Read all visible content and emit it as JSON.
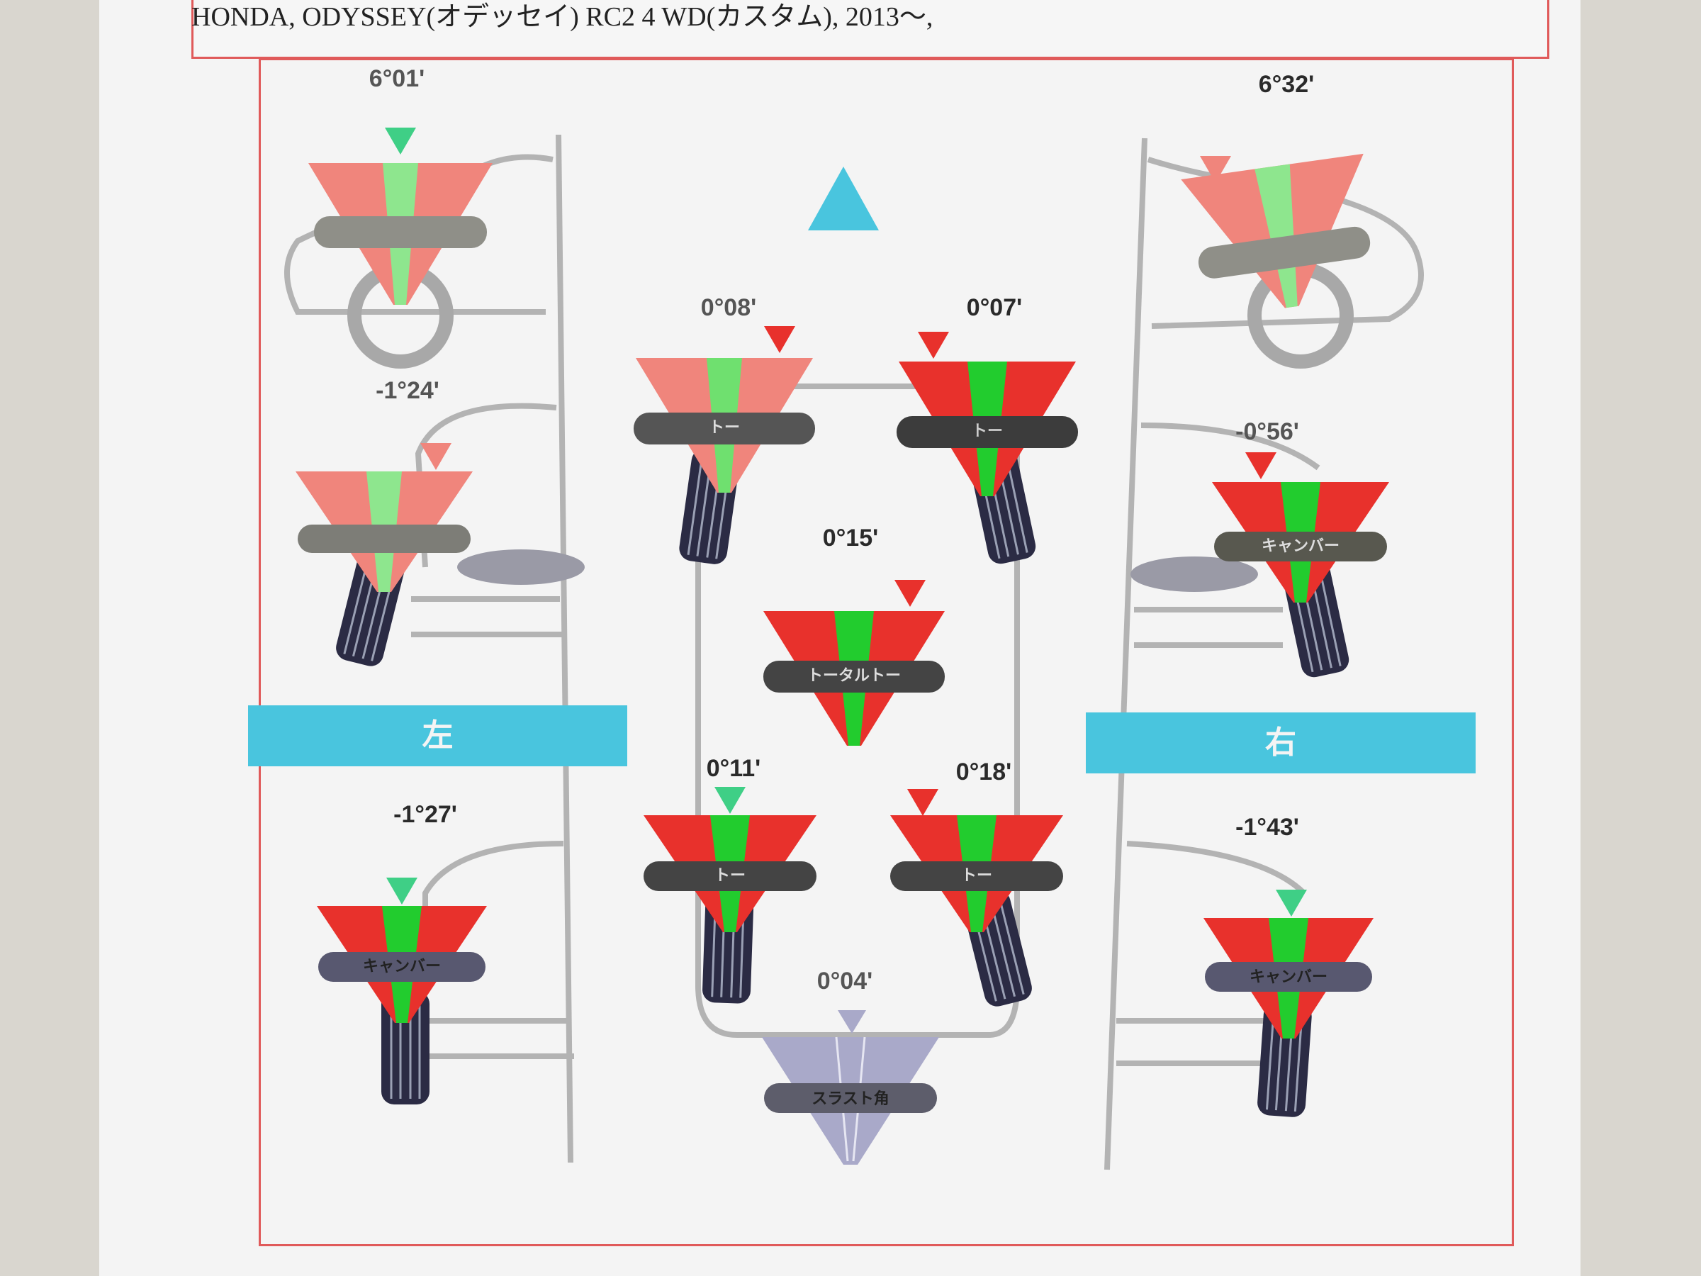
{
  "header": {
    "title": "HONDA, ODYSSEY(オデッセイ)   RC2    4 WD(カスタム), 2013〜,"
  },
  "sides": {
    "left": "左",
    "right": "右"
  },
  "readings": {
    "left_caster": "6°01'",
    "right_caster": "6°32'",
    "front_left_toe": "0°08'",
    "front_right_toe": "0°07'",
    "left_front_camber": "-1°24'",
    "right_front_camber": "-0°56'",
    "total_toe": "0°15'",
    "rear_left_toe": "0°11'",
    "rear_right_toe": "0°18'",
    "left_rear_camber": "-1°27'",
    "right_rear_camber": "-1°43'",
    "thrust_angle": "0°04'"
  },
  "gauge_labels": {
    "toe": "トー",
    "camber": "キャンバー",
    "total_toe": "トータルトー",
    "thrust": "スラスト角"
  },
  "colors": {
    "in_spec": "#22cc2e",
    "out_of_spec": "#e8312c",
    "faded_out_of_spec": "#f0857c",
    "faded_in_spec": "#8ee68e",
    "thrust_gauge": "#a9a9c9",
    "side_bar": "#49c5de",
    "direction_arrow": "#49c5de",
    "frame_border": "#e05a5a"
  },
  "icons": {
    "direction": "triangle-up-icon",
    "indicator": "triangle-down-icon"
  }
}
